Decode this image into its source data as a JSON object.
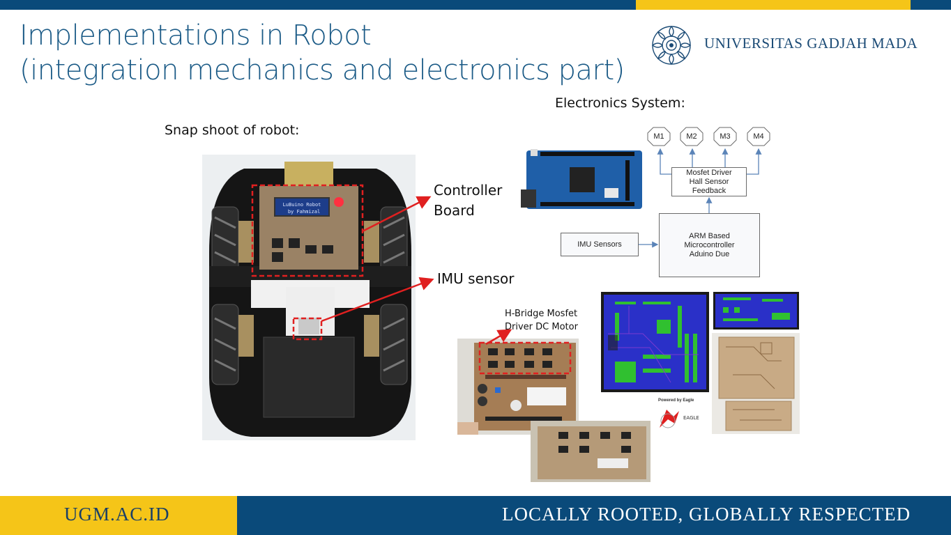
{
  "title": {
    "line1": "Implementations in Robot",
    "line2": "(integration mechanics and electronics part)"
  },
  "logo": {
    "icon": "ugm-emblem-icon",
    "text": "UNIVERSITAS GADJAH MADA"
  },
  "labels": {
    "snapshot": "Snap shoot of robot:",
    "electronics": "Electronics System:",
    "controller_line1": "Controller",
    "controller_line2": "Board",
    "imu_sensor": "IMU sensor",
    "hbridge_line1": "H-Bridge Mosfet",
    "hbridge_line2": "Driver DC Motor"
  },
  "robot_photo": {
    "lcd_line1": "LuBuino Robot",
    "lcd_line2": "by Fahmizal"
  },
  "diagram": {
    "motors": [
      "M1",
      "M2",
      "M3",
      "M4"
    ],
    "driver_box": [
      "Mosfet Driver",
      "Hall Sensor",
      "Feedback"
    ],
    "imu_box": "IMU Sensors",
    "controller_box": [
      "ARM Based",
      "Microcontroller",
      "Aduino Due"
    ]
  },
  "eagle": {
    "caption": "Powered by Eagle",
    "name": "EAGLE"
  },
  "footer": {
    "left": "UGM.AC.ID",
    "right": "LOCALLY ROOTED, GLOBALLY RESPECTED"
  },
  "colors": {
    "brand_blue": "#0a4a7a",
    "brand_gold": "#f5c518",
    "title_blue": "#1a5a86",
    "annotation_red": "#e02020",
    "diagram_arrow": "#5b84b8"
  }
}
